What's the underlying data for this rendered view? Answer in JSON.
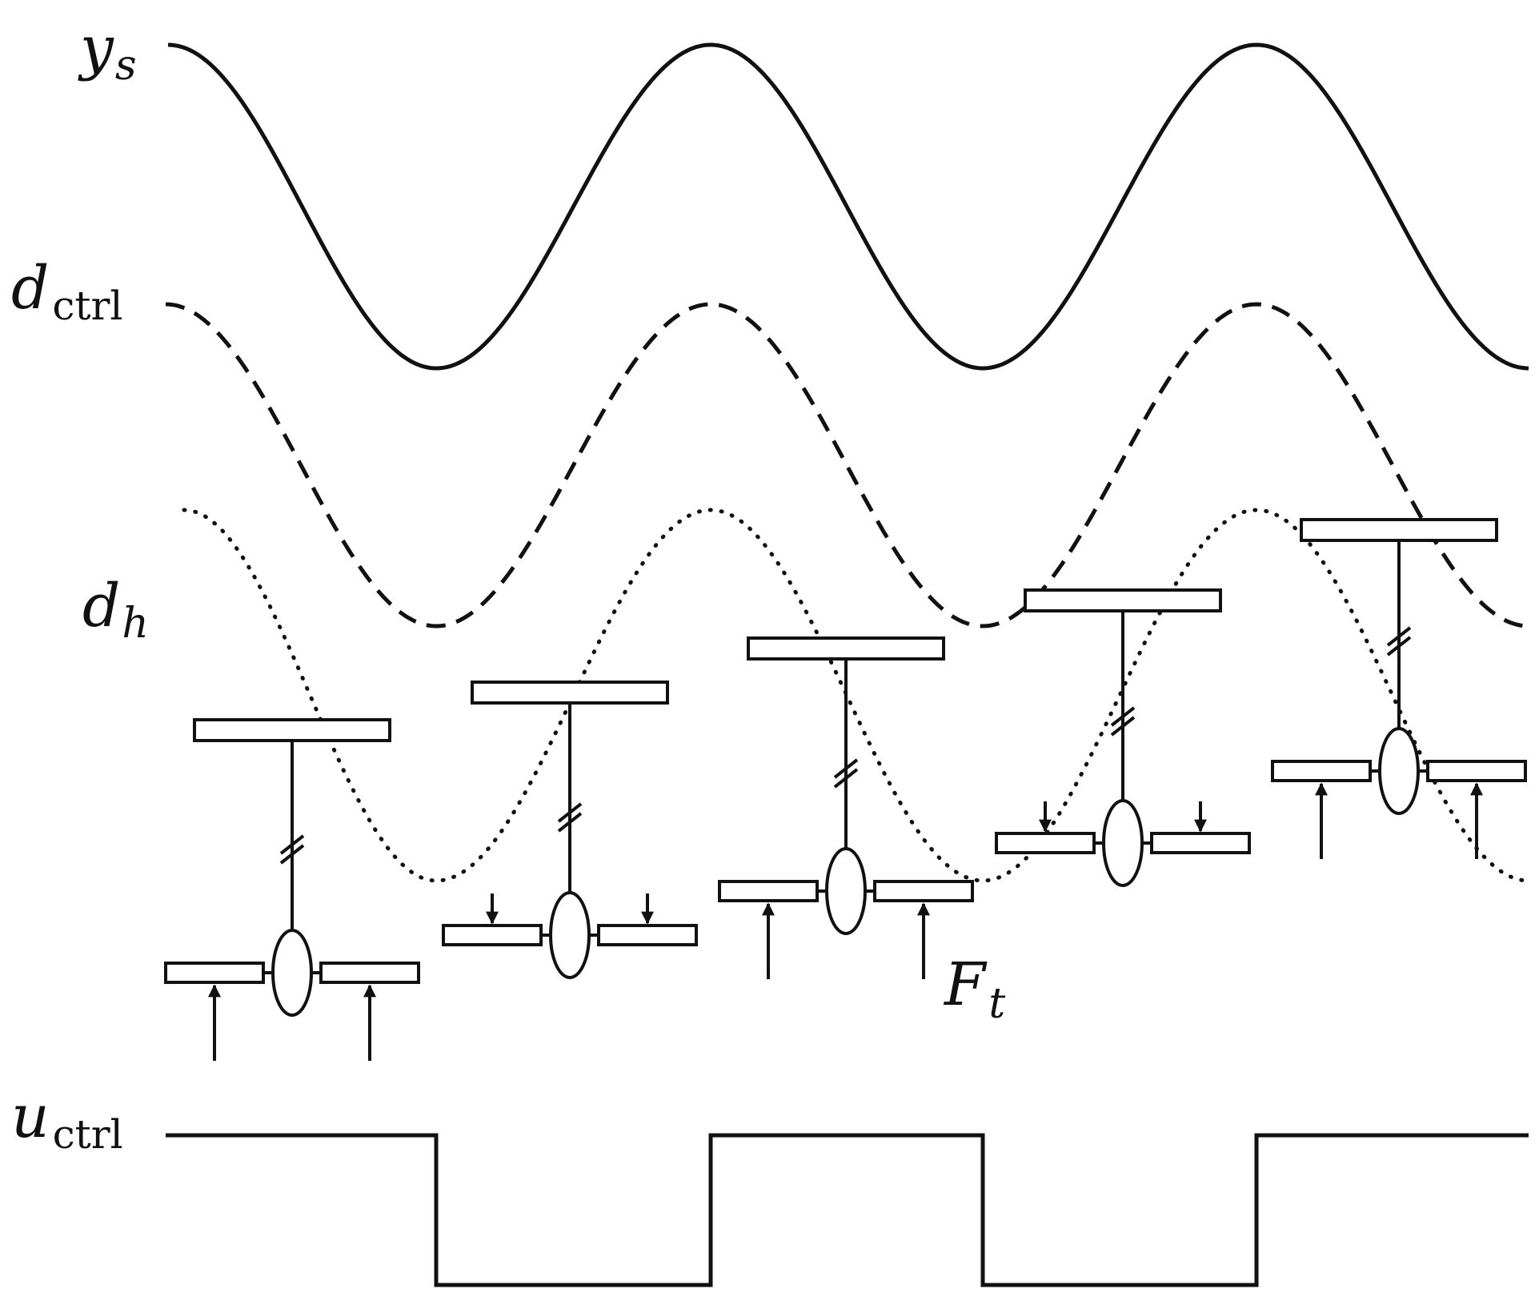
{
  "labels": {
    "ys": {
      "main": "y",
      "sub": "s"
    },
    "dctrl": {
      "main": "d",
      "sub": "ctrl"
    },
    "dh": {
      "main": "d",
      "sub": "h"
    },
    "Ft": {
      "main": "F",
      "sub": "t"
    },
    "uctrl": {
      "main": "u",
      "sub": "ctrl"
    }
  },
  "colors": {
    "ink": "#111111",
    "background": "#ffffff"
  }
}
